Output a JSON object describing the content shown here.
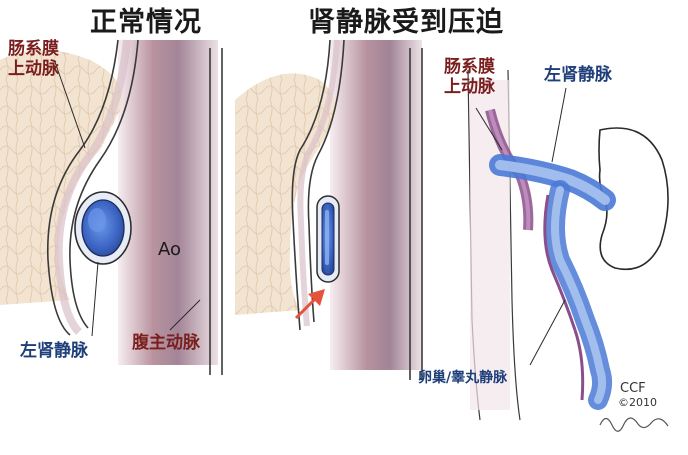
{
  "titles": {
    "left": "正常情况",
    "right": "肾静脉受到压迫"
  },
  "labels": {
    "sma_left": [
      "肠系膜",
      "上动脉"
    ],
    "ao": "Ao",
    "lrv_left": "左肾静脉",
    "aorta_left": "腹主动脉",
    "sma_right": [
      "肠系膜",
      "上动脉"
    ],
    "lrv_right": "左肾静脉",
    "ovarian_vein": "卵巢/睾丸静脉",
    "credit_org": "CCF",
    "credit_year": "©2010",
    "signature": "Pangrace"
  },
  "colors": {
    "aorta_shadow": "#a9889a",
    "aorta_fill": "#efe0e4",
    "fat": "#f0ddc7",
    "vein_fill": "#4a79d6",
    "vein_light": "#a9c3ee",
    "artery_purple": "#8a4f8a",
    "arrow": "#e5533a",
    "label_red": "#7a1e1e",
    "label_blue": "#1f3f7a"
  }
}
